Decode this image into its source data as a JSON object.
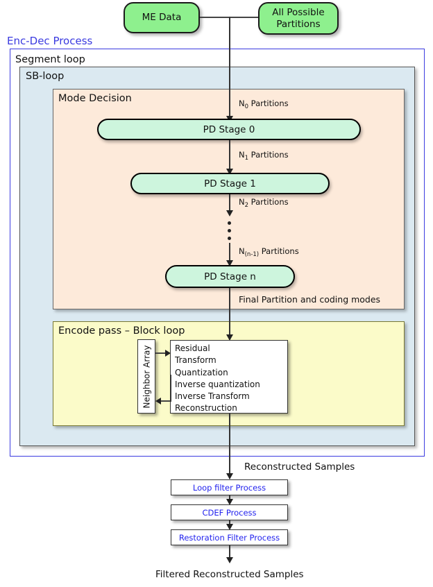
{
  "diagram": {
    "title": "Enc-Dec Process",
    "inputs": [
      {
        "label": "ME Data"
      },
      {
        "label": "All Possible Partitions"
      }
    ],
    "containers": {
      "enc_dec": "Enc-Dec Process",
      "segment_loop": "Segment loop",
      "sb_loop": "SB-loop",
      "mode_decision": "Mode Decision",
      "encode_pass": "Encode pass – Block loop"
    },
    "stages": [
      {
        "label": "PD Stage 0"
      },
      {
        "label": "PD Stage 1"
      },
      {
        "label": "PD Stage n"
      }
    ],
    "edge_labels": {
      "n0": {
        "base": "N",
        "sub": "0",
        "tail": " Partitions"
      },
      "n1": {
        "base": "N",
        "sub": "1",
        "tail": " Partitions"
      },
      "n2": {
        "base": "N",
        "sub": "2",
        "tail": " Partitions"
      },
      "nn1": {
        "base": "N",
        "sub": "(n-1)",
        "tail": " Partitions"
      },
      "final_partition": "Final Partition and coding modes",
      "reconstructed_samples": "Reconstructed Samples",
      "filtered_reconstructed_samples": "Filtered Reconstructed Samples"
    },
    "neighbor_array": {
      "label": "Neighbor Array"
    },
    "block_steps": [
      "Residual",
      "Transform",
      "Quantization",
      "Inverse quantization",
      "Inverse Transform",
      "Reconstruction"
    ],
    "filters": [
      {
        "label": "Loop filter Process"
      },
      {
        "label": "CDEF Process"
      },
      {
        "label": "Restoration Filter Process"
      }
    ],
    "colors": {
      "input_fill": "#8ef08e",
      "stage_fill": "#cdf5dd",
      "mode_decision_fill": "#fdeada",
      "encode_pass_fill": "#fbfbc9",
      "sb_loop_fill": "#dbe9f1",
      "process_border": "#3a3ae0",
      "filter_text": "#2222ee"
    }
  }
}
